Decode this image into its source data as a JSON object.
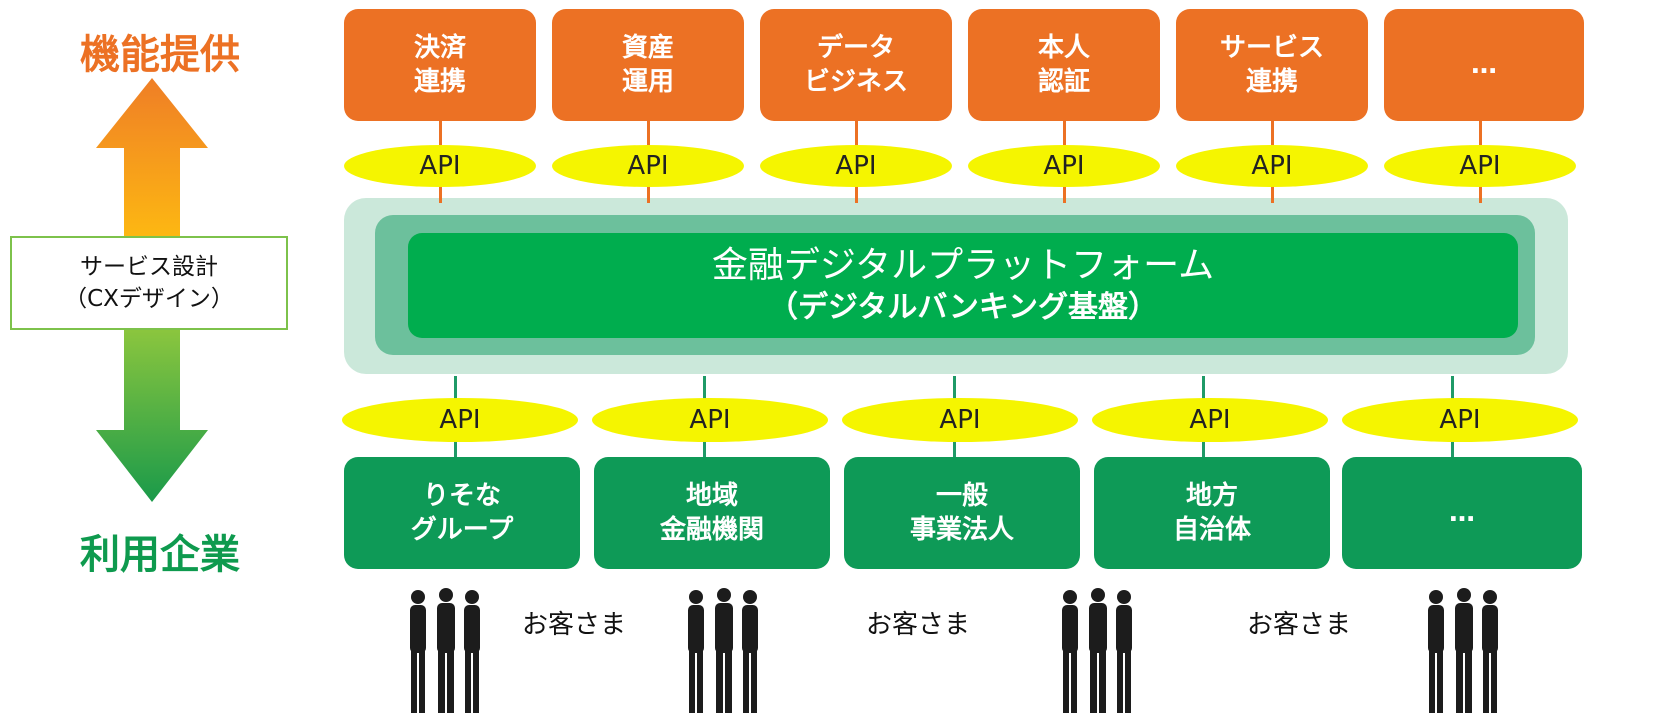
{
  "side": {
    "top_label": "機能提供",
    "bottom_label": "利用企業",
    "center_line1": "サービス設計",
    "center_line2": "（CXデザイン）"
  },
  "top_boxes": [
    {
      "line1": "決済",
      "line2": "連携"
    },
    {
      "line1": "資産",
      "line2": "運用"
    },
    {
      "line1": "データ",
      "line2": "ビジネス"
    },
    {
      "line1": "本人",
      "line2": "認証"
    },
    {
      "line1": "サービス",
      "line2": "連携"
    },
    {
      "line1": "…",
      "line2": ""
    }
  ],
  "api_label": "API",
  "platform": {
    "title": "金融デジタルプラットフォーム",
    "subtitle": "（デジタルバンキング基盤）"
  },
  "bottom_boxes": [
    {
      "line1": "りそな",
      "line2": "グループ"
    },
    {
      "line1": "地域",
      "line2": "金融機関"
    },
    {
      "line1": "一般",
      "line2": "事業法人"
    },
    {
      "line1": "地方",
      "line2": "自治体"
    },
    {
      "line1": "…",
      "line2": ""
    }
  ],
  "customer_label": "お客さま",
  "colors": {
    "orange": "#ec7124",
    "green": "#0e9a57",
    "api_yellow": "#f5f500",
    "platform_green": "#00ad4e"
  }
}
